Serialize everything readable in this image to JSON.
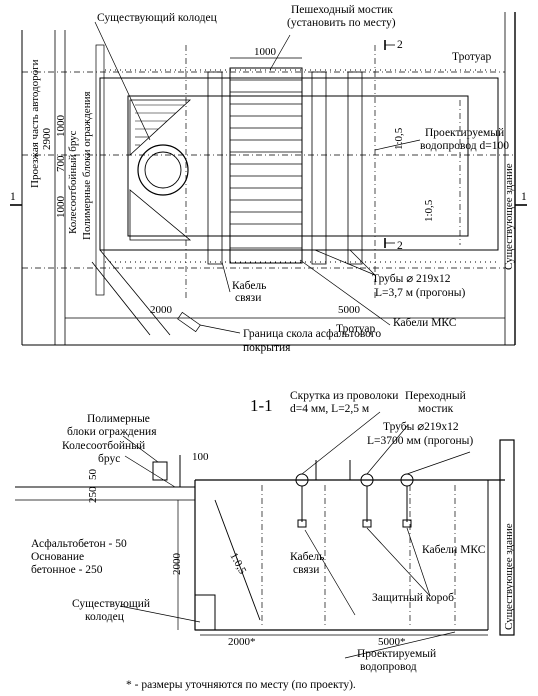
{
  "plan": {
    "existing_well": "Существующий колодец",
    "ped_bridge_line1": "Пешеходный мостик",
    "ped_bridge_line2": "(установить по месту)",
    "dim_1000_top": "1000",
    "section_2": "2",
    "sidewalk_top": "Тротуар",
    "road_part": "Проезжая часть автодороги",
    "road_width": "2900",
    "wheel_guard_beam": "Колесоотбойный брус",
    "polymer_blocks": "Полимерные блоки ограждения",
    "dim_1000_a": "1000",
    "dim_700": "700",
    "dim_1000_b": "1000",
    "section_1": "1",
    "slope_a": "1:0,5",
    "slope_b": "1:0,5",
    "water_line1": "Проектируемый",
    "water_line2": "водопровод d=100",
    "existing_building": "Существующее здание",
    "comm_cable_line1": "Кабель",
    "comm_cable_line2": "связи",
    "pipes": "Трубы ⌀ 219х12",
    "pipes_len": "L=3,7 м (прогоны)",
    "dim_2000": "2000",
    "dim_5000": "5000",
    "mks_cables": "Кабели МКС",
    "sidewalk_bottom": "Тротуар",
    "asphalt_edge_line1": "Граница скола асфальтового",
    "asphalt_edge_line2": "покрытия"
  },
  "section": {
    "title": "1-1",
    "twist_line1": "Скрутка из проволоки",
    "twist_line2": "d=4 мм, L=2,5 м",
    "transit_line1": "Переходный",
    "transit_line2": "мостик",
    "polymer_line1": "Полимерные",
    "polymer_line2": "блоки ограждения",
    "beam_line1": "Колесоотбойный",
    "beam_line2": "брус",
    "pipes": "Трубы ⌀219х12",
    "pipes_len": "L=3700 мм (прогоны)",
    "dim_100": "100",
    "dim_250": "250",
    "dim_50": "50",
    "asphalt": "Асфальтобетон - 50",
    "base_line1": "Основание",
    "base_line2": "бетонное - 250",
    "depth_2000": "2000",
    "slope": "1:0,5",
    "comm_cable_line1": "Кабель",
    "comm_cable_line2": "связи",
    "mks_cables": "Кабели МКС",
    "existing_building": "Существующее здание",
    "existing_well_line1": "Существующий",
    "existing_well_line2": "колодец",
    "protective_box": "Защитный короб",
    "dim_2000": "2000*",
    "dim_5000": "5000*",
    "water_line1": "Проектируемый",
    "water_line2": "водопровод"
  },
  "footnote": "* - размеры уточняются по месту (по проекту)."
}
